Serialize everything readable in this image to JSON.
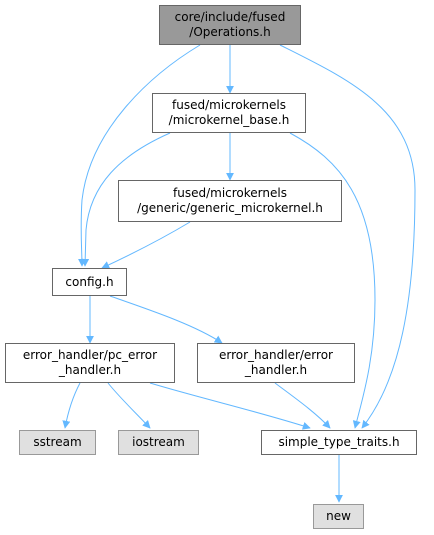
{
  "colors": {
    "edge": "#63b8ff",
    "root_fill": "#999999",
    "node_border": "#666666",
    "external_fill": "#e0e0e0"
  },
  "nodes": {
    "operations": {
      "line1": "core/include/fused",
      "line2": "/Operations.h"
    },
    "microkernel_base": {
      "line1": "fused/microkernels",
      "line2": "/microkernel_base.h"
    },
    "generic_microkernel": {
      "line1": "fused/microkernels",
      "line2": "/generic/generic_microkernel.h"
    },
    "config": {
      "label": "config.h"
    },
    "pc_error_handler": {
      "line1": "error_handler/pc_error",
      "line2": "_handler.h"
    },
    "error_handler": {
      "line1": "error_handler/error",
      "line2": "_handler.h"
    },
    "sstream": {
      "label": "sstream"
    },
    "iostream": {
      "label": "iostream"
    },
    "simple_type_traits": {
      "label": "simple_type_traits.h"
    },
    "new": {
      "label": "new"
    }
  }
}
